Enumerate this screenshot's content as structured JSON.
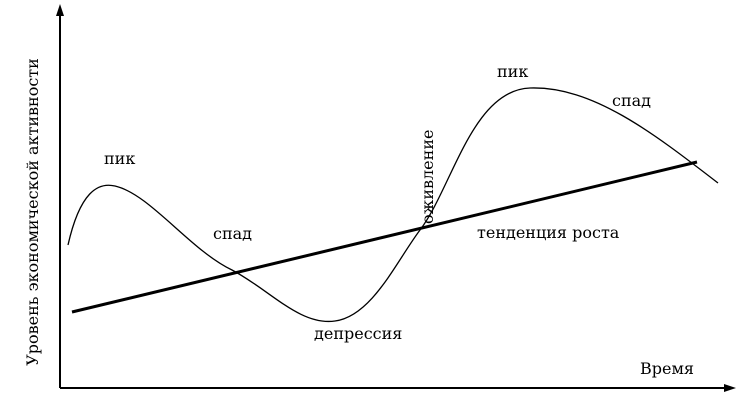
{
  "diagram": {
    "y_axis_label": "Уровень экономической активности",
    "x_axis_label": "Время",
    "phases": {
      "peak_1": "пик",
      "decline_1": "спад",
      "depression": "депрессия",
      "recovery": "оживление",
      "peak_2": "пик",
      "decline_2": "спад"
    },
    "trend_label": "тенденция роста",
    "colors": {
      "line": "#000000",
      "background": "#ffffff"
    }
  }
}
